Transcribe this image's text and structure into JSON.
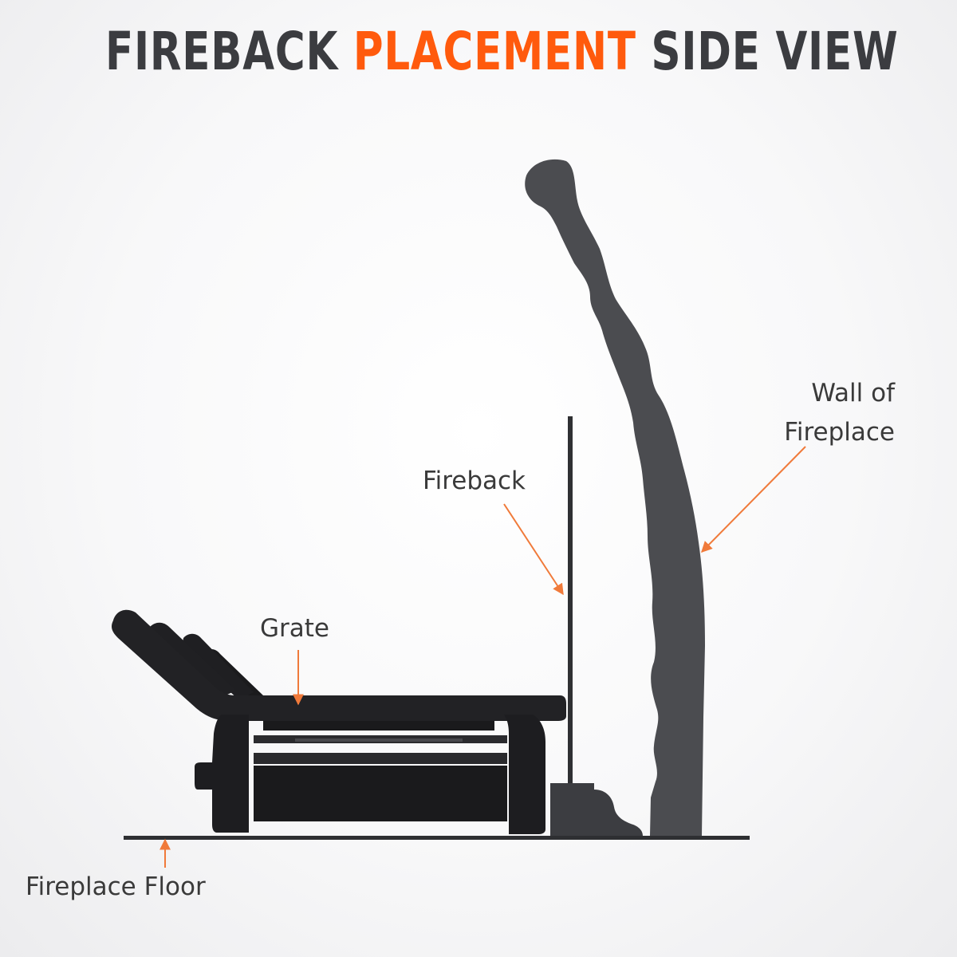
{
  "title": {
    "part1": "FIREBACK",
    "part2": "PLACEMENT",
    "part3": "SIDE VIEW"
  },
  "labels": {
    "wall_line1": "Wall of",
    "wall_line2": "Fireplace",
    "fireback": "Fireback",
    "grate": "Grate",
    "floor": "Fireplace Floor"
  },
  "colors": {
    "title_dark": "#3b3c40",
    "title_accent": "#ff5a0d",
    "wall": "#4b4c50",
    "grate": "#1d1d1f",
    "fireback": "#2f3033",
    "arrow": "#f07a3a"
  }
}
